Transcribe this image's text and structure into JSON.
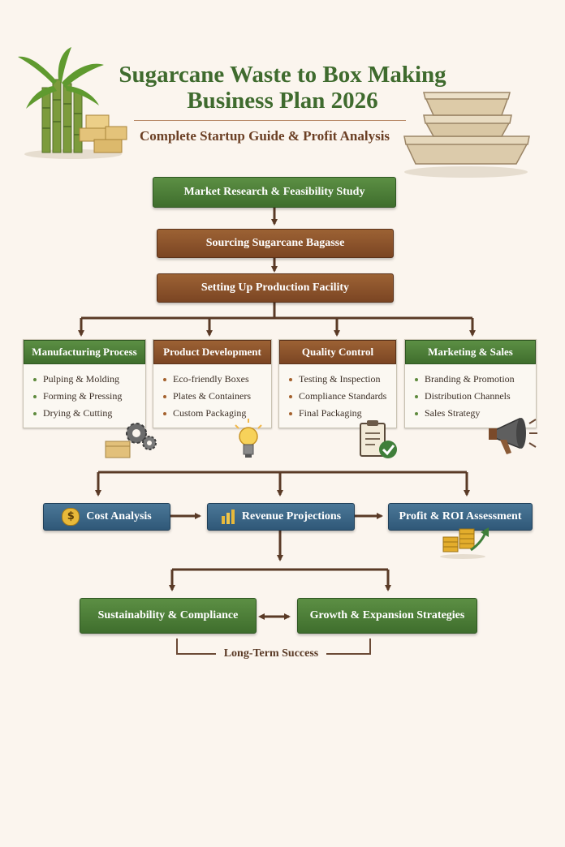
{
  "header": {
    "title_line1": "Sugarcane Waste to Box Making",
    "title_line2": "Business Plan 2026",
    "subtitle": "Complete Startup Guide & Profit Analysis"
  },
  "flow": {
    "step1": "Market Research & Feasibility Study",
    "step2": "Sourcing Sugarcane Bagasse",
    "step3": "Setting Up Production Facility"
  },
  "panels": [
    {
      "title": "Manufacturing Process",
      "items": [
        "Pulping & Molding",
        "Forming & Pressing",
        "Drying & Cutting"
      ]
    },
    {
      "title": "Product Development",
      "items": [
        "Eco-friendly Boxes",
        "Plates & Containers",
        "Custom Packaging"
      ]
    },
    {
      "title": "Quality Control",
      "items": [
        "Testing & Inspection",
        "Compliance Standards",
        "Final Packaging"
      ]
    },
    {
      "title": "Marketing & Sales",
      "items": [
        "Branding & Promotion",
        "Distribution Channels",
        "Sales Strategy"
      ]
    }
  ],
  "finance": {
    "cost": "Cost Analysis",
    "revenue": "Revenue Projections",
    "profit": "Profit & ROI Assessment",
    "coin_symbol": "$"
  },
  "outcomes": {
    "sustainability": "Sustainability & Compliance",
    "growth": "Growth & Expansion Strategies",
    "long_term": "Long-Term Success"
  },
  "colors": {
    "green": "#4a7a36",
    "brown": "#8a5129",
    "blue": "#3c6888",
    "arrow": "#5a3a26",
    "title": "#3f6b2e",
    "bullet_green": "#5e8a3e",
    "bullet_brown": "#a4612d"
  },
  "icons": [
    "sugarcane-icon",
    "bagasse-containers-icon",
    "gears-icon",
    "lightbulb-icon",
    "checklist-icon",
    "megaphone-icon",
    "dollar-coin-icon",
    "bar-chart-icon",
    "coins-growth-icon"
  ]
}
